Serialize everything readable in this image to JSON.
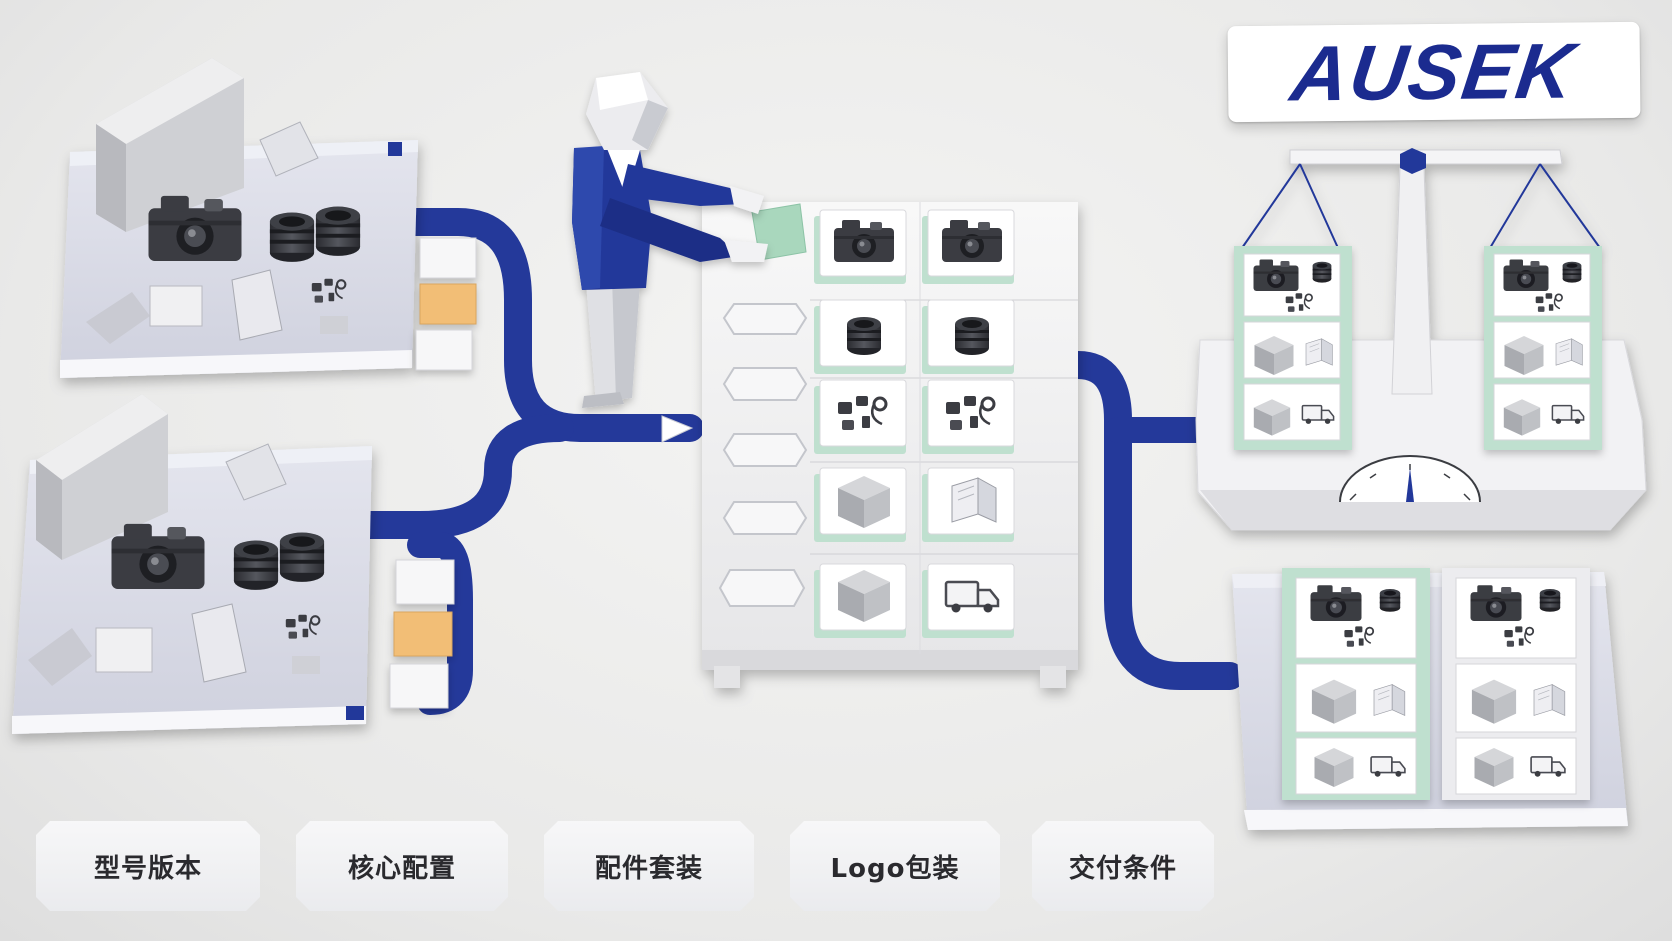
{
  "brand": {
    "name": "AUSEK",
    "color": "#1b2b8f"
  },
  "labels": [
    {
      "text": "型号版本"
    },
    {
      "text": "核心配置"
    },
    {
      "text": "配件套装"
    },
    {
      "text": "Logo包装"
    },
    {
      "text": "交付条件"
    }
  ],
  "palette": {
    "flow_blue": "#24399a",
    "paper_white": "#f6f6f7",
    "tray_lavender": "#dcdde8",
    "mint": "#bfe0cf",
    "highlight_orange": "#f2be76",
    "camera_dark": "#3a3b40"
  }
}
